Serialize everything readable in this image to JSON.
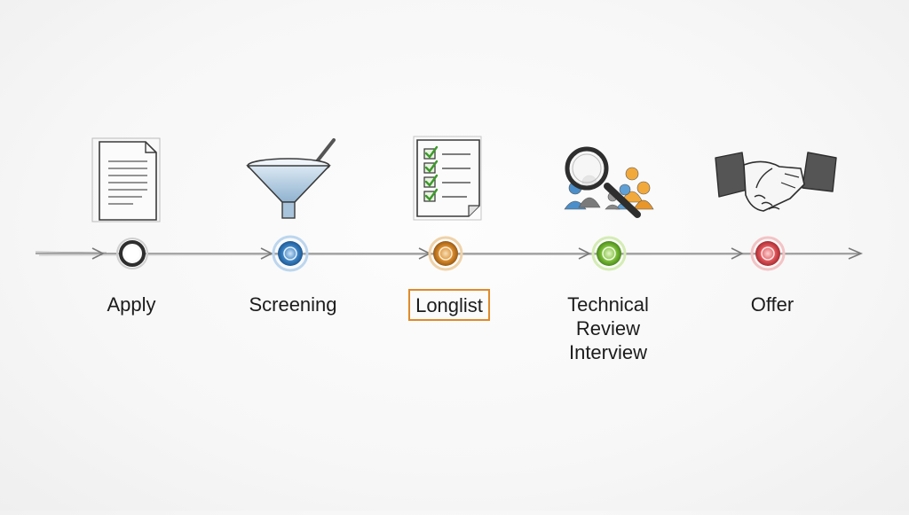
{
  "stages": [
    {
      "id": "apply",
      "label": "Apply",
      "icon": "document-icon",
      "color": "#3a3a3a"
    },
    {
      "id": "screening",
      "label": "Screening",
      "icon": "funnel-icon",
      "color": "#3b82c4"
    },
    {
      "id": "longlist",
      "label": "Longlist",
      "icon": "checklist-icon",
      "color": "#d98a2b",
      "highlighted": true,
      "highlight_color": "#e08a2a"
    },
    {
      "id": "technical",
      "label_lines": [
        "Technical",
        "Review",
        "Interview"
      ],
      "icon": "magnifier-people-icon",
      "color": "#7cbf3a"
    },
    {
      "id": "offer",
      "label": "Offer",
      "icon": "handshake-icon",
      "color": "#e0565b"
    }
  ]
}
